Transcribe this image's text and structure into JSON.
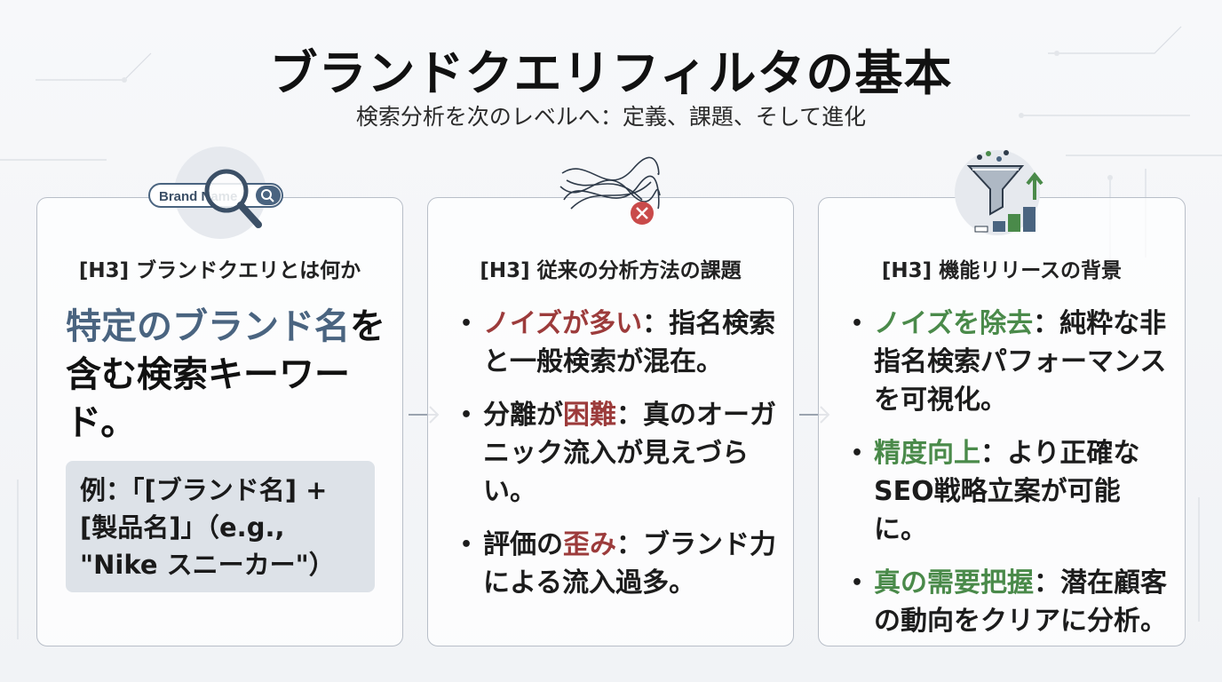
{
  "title": "ブランドクエリフィルタの基本",
  "subtitle": "検索分析を次のレベルへ：定義、課題、そして進化",
  "colors": {
    "accent_blue": "#4a6480",
    "accent_red": "#9c3b3b",
    "accent_green": "#4a8a4a"
  },
  "cards": [
    {
      "icon": "magnifier-brand-name-icon",
      "search_text": "Brand Name",
      "heading": "[H3] ブランドクエリとは何か",
      "lead_accent": "特定のブランド名",
      "lead_rest": "を含む検索キーワード。",
      "example": "例：「[ブランド名] + [製品名]」（e.g., \"Nike スニーカー\"）"
    },
    {
      "icon": "tangled-lines-error-icon",
      "heading": "[H3] 従来の分析方法の課題",
      "bullets": [
        {
          "key": "ノイズが多い",
          "mid": "",
          "text": "：指名検索と一般検索が混在。"
        },
        {
          "key_prefix": "分離が",
          "key": "困難",
          "text": "：真のオーガニック流入が見えづらい。"
        },
        {
          "key_prefix": "評価の",
          "key": "歪み",
          "text": "：ブランド力による流入過多。"
        }
      ]
    },
    {
      "icon": "funnel-growth-chart-icon",
      "heading": "[H3] 機能リリースの背景",
      "bullets": [
        {
          "key": "ノイズを除去",
          "text": "：純粋な非指名検索パフォーマンスを可視化。"
        },
        {
          "key": "精度向上",
          "text": "：より正確なSEO戦略立案が可能に。"
        },
        {
          "key": "真の需要把握",
          "text": "：潜在顧客の動向をクリアに分析。"
        }
      ]
    }
  ]
}
